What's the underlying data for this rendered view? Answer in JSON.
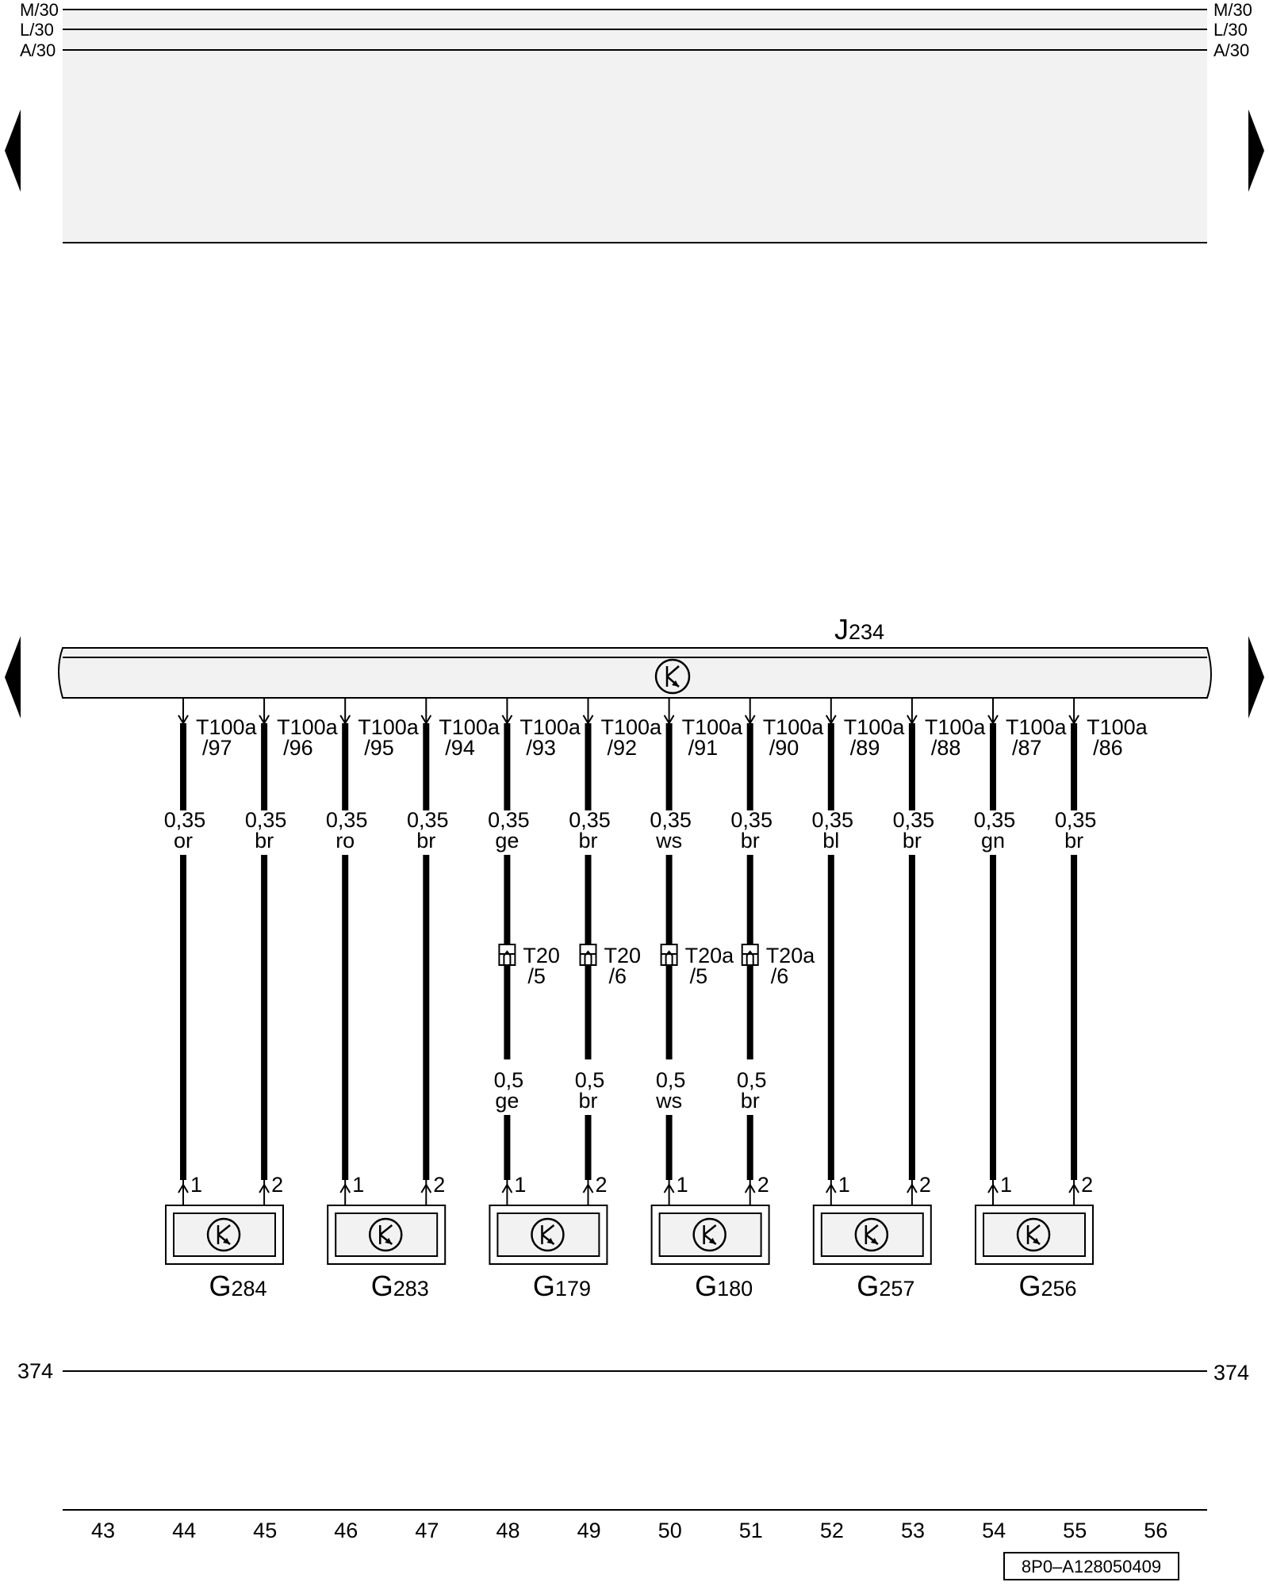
{
  "rails": {
    "left": [
      "M/30",
      "L/30",
      "A/30"
    ],
    "right": [
      "M/30",
      "L/30",
      "A/30"
    ]
  },
  "control_unit": {
    "letter": "J",
    "number": "234",
    "icon": "transistor-icon"
  },
  "pins": [
    {
      "connector": "T100a",
      "pin": "/97",
      "size": "0,35",
      "color": "or"
    },
    {
      "connector": "T100a",
      "pin": "/96",
      "size": "0,35",
      "color": "br"
    },
    {
      "connector": "T100a",
      "pin": "/95",
      "size": "0,35",
      "color": "ro"
    },
    {
      "connector": "T100a",
      "pin": "/94",
      "size": "0,35",
      "color": "br"
    },
    {
      "connector": "T100a",
      "pin": "/93",
      "size": "0,35",
      "color": "ge"
    },
    {
      "connector": "T100a",
      "pin": "/92",
      "size": "0,35",
      "color": "br"
    },
    {
      "connector": "T100a",
      "pin": "/91",
      "size": "0,35",
      "color": "ws"
    },
    {
      "connector": "T100a",
      "pin": "/90",
      "size": "0,35",
      "color": "br"
    },
    {
      "connector": "T100a",
      "pin": "/89",
      "size": "0,35",
      "color": "bl"
    },
    {
      "connector": "T100a",
      "pin": "/88",
      "size": "0,35",
      "color": "br"
    },
    {
      "connector": "T100a",
      "pin": "/87",
      "size": "0,35",
      "color": "gn"
    },
    {
      "connector": "T100a",
      "pin": "/86",
      "size": "0,35",
      "color": "br"
    }
  ],
  "inline_connectors": [
    {
      "wire": 4,
      "connector": "T20",
      "pin": "/5",
      "size": "0,5",
      "color": "ge"
    },
    {
      "wire": 5,
      "connector": "T20",
      "pin": "/6",
      "size": "0,5",
      "color": "br"
    },
    {
      "wire": 6,
      "connector": "T20a",
      "pin": "/5",
      "size": "0,5",
      "color": "ws"
    },
    {
      "wire": 7,
      "connector": "T20a",
      "pin": "/6",
      "size": "0,5",
      "color": "br"
    }
  ],
  "sensors": [
    {
      "letter": "G",
      "number": "284",
      "pins": [
        "1",
        "2"
      ]
    },
    {
      "letter": "G",
      "number": "283",
      "pins": [
        "1",
        "2"
      ]
    },
    {
      "letter": "G",
      "number": "179",
      "pins": [
        "1",
        "2"
      ]
    },
    {
      "letter": "G",
      "number": "180",
      "pins": [
        "1",
        "2"
      ]
    },
    {
      "letter": "G",
      "number": "257",
      "pins": [
        "1",
        "2"
      ]
    },
    {
      "letter": "G",
      "number": "256",
      "pins": [
        "1",
        "2"
      ]
    }
  ],
  "ground": {
    "left": "374",
    "right": "374"
  },
  "columns": [
    "43",
    "44",
    "45",
    "46",
    "47",
    "48",
    "49",
    "50",
    "51",
    "52",
    "53",
    "54",
    "55",
    "56"
  ],
  "reference": "8P0–A128050409",
  "colors": {
    "line": "#000000",
    "fill": "#f2f2f2",
    "background": "#ffffff"
  }
}
